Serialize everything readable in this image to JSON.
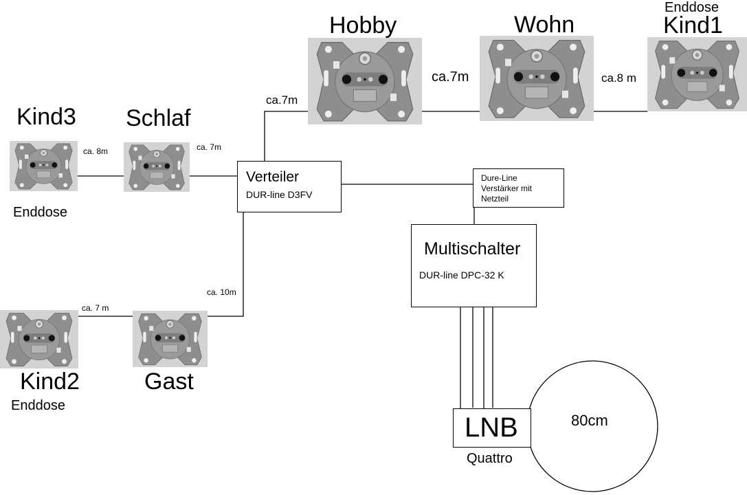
{
  "rooms": {
    "hobby": {
      "label": "Hobby"
    },
    "wohn": {
      "label": "Wohn"
    },
    "kind1": {
      "label": "Kind1",
      "note": "Enddose"
    },
    "kind3": {
      "label": "Kind3",
      "note": "Enddose"
    },
    "schlaf": {
      "label": "Schlaf"
    },
    "kind2": {
      "label": "Kind2",
      "note": "Enddose"
    },
    "gast": {
      "label": "Gast"
    }
  },
  "cables": {
    "verteiler_hobby": "ca.7m",
    "hobby_wohn": "ca.7m",
    "wohn_kind1": "ca.8 m",
    "kind3_schlaf": "ca. 8m",
    "schlaf_verteiler": "ca. 7m",
    "verteiler_gast": "ca. 10m",
    "gast_kind2": "ca. 7 m"
  },
  "verteiler": {
    "title": "Verteiler",
    "model": "DUR-line D3FV"
  },
  "amplifier": {
    "lines": [
      "Dure-Line",
      "Verstärker mit",
      "Netzteil"
    ]
  },
  "multischalter": {
    "title": "Multischalter",
    "model": "DUR-line DPC-32 K"
  },
  "lnb": {
    "title": "LNB",
    "type": "Quattro"
  },
  "dish": {
    "size": "80cm"
  },
  "socket_icon": "antenna-wall-socket-icon",
  "colors": {
    "socket_bg": "#d3d3d3",
    "socket_plate": "#8a8a8a",
    "line": "#000000"
  }
}
